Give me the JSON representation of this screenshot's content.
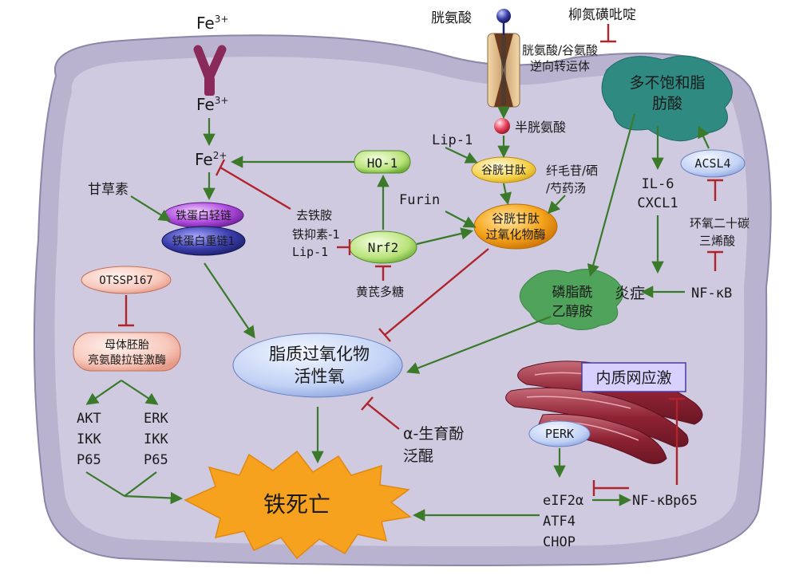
{
  "fe3_top": "Fe",
  "fe3_top_sup": "3+",
  "fe3_mid": "Fe",
  "fe3_mid_sup": "3+",
  "fe2": "Fe",
  "fe2_sup": "2+",
  "cystine": "胱氨酸",
  "sulfasalazine": "柳氮磺吡啶",
  "antiporter_1": "胱氨酸/谷氨酸",
  "antiporter_2": "逆向转运体",
  "cysteine": "半胱氨酸",
  "pufa_1": "多不饱和脂",
  "pufa_2": "肪酸",
  "lip1_top": "Lip-1",
  "gsh": "谷胱甘肽",
  "ho1": "HO-1",
  "glycyrrhizin": "甘草素",
  "light_chain": "铁蛋白轻链",
  "heavy_chain": "铁蛋白重链1",
  "fer_1": "去铁胺",
  "fer_2": "铁抑素-1",
  "fer_3": "Lip-1",
  "nrf2": "Nrf2",
  "astragalus": "黄芪多糖",
  "furin": "Furin",
  "gpx4_1": "谷胱甘肽",
  "gpx4_2": "过氧化物酶",
  "herbal_1": "纤毛苷/硒",
  "herbal_2": "/芍药汤",
  "acsl4": "ACSL4",
  "il6": "IL-6",
  "cxcl1": "CXCL1",
  "aa_1": "环氧二十碳",
  "aa_2": "三烯酸",
  "inflammation": "炎症",
  "nfkb": "NF-κB",
  "otssp": "OTSSP167",
  "melk_1": "母体胚胎",
  "melk_2": "亮氨酸拉链激酶",
  "pe_1": "磷脂酰",
  "pe_2": "乙醇胺",
  "ros_1": "脂质过氧化物",
  "ros_2": "活性氧",
  "er_stress": "内质网应激",
  "akt": [
    "AKT",
    "IKK",
    "P65"
  ],
  "erk": [
    "ERK",
    "IKK",
    "P65"
  ],
  "vite_1": "α-生育酚",
  "vite_2": "泛醌",
  "perk": "PERK",
  "eif2": "eIF2α",
  "atf4": "ATF4",
  "chop": "CHOP",
  "nfkbp65": "NF-κBp65",
  "ferroptosis": "铁死亡",
  "colors": {
    "green": "#3a7a2a",
    "red": "#b0242c",
    "membrane": "#b9b3cf",
    "cytoplasm": "#cfcae0",
    "teal": "#2f8a82"
  }
}
